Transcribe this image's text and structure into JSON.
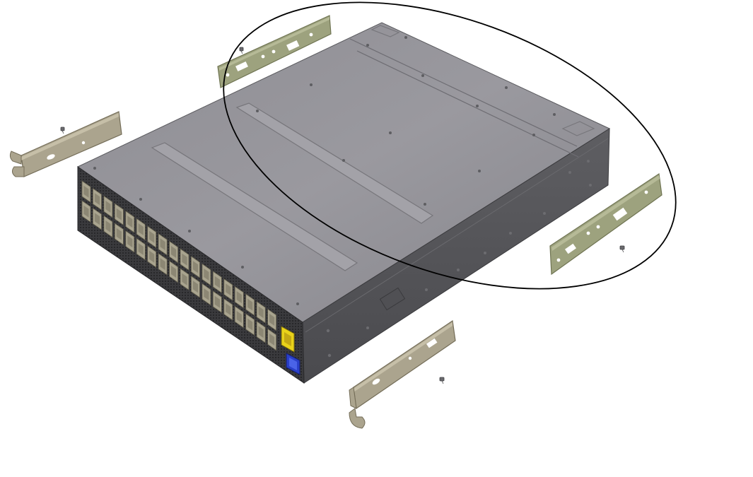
{
  "diagram": {
    "subject": "switch-chassis-rail-kit-exploded-view",
    "colors": {
      "background": "#ffffff",
      "chassis_top": "#98979c",
      "chassis_front": "#46464a",
      "chassis_side": "#58585c",
      "port_cage": "#a9a48f",
      "rear_bracket": "#9da27e",
      "front_ear": "#aba48e",
      "status_yellow": "#e9d21a",
      "status_blue": "#2a3fc8",
      "highlight_outline": "#000000"
    },
    "front_port_columns": 18,
    "front_port_rows": 2,
    "rear_bracket_count": 2,
    "front_ear_count": 2,
    "screw_count": 4
  }
}
